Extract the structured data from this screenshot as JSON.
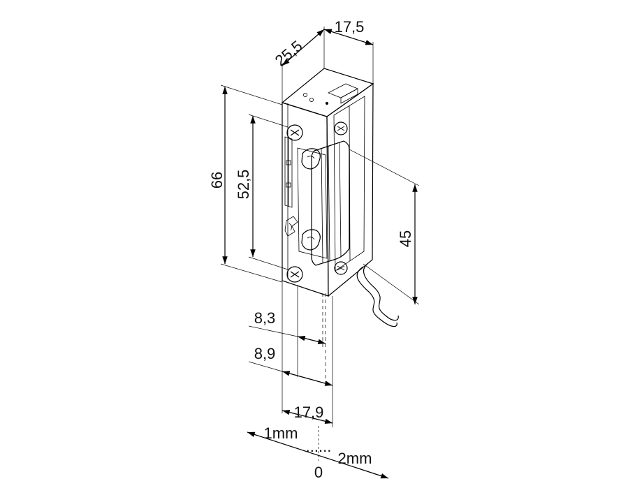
{
  "dimensions": {
    "depth": "25,5",
    "width": "17,5",
    "height_total": "66",
    "height_mount": "52,5",
    "height_latch": "45",
    "offset_a": "8,3",
    "offset_b": "8,9",
    "faceplate": "17,9",
    "adjust_left": "1mm",
    "adjust_dots": "......",
    "adjust_right": "2mm",
    "adjust_zero": "0"
  },
  "colors": {
    "line": "#000000",
    "face_light": "#f4f4f4",
    "face_mid": "#d9d9d9",
    "face_dark": "#b5b5b5",
    "metal": "#c8c8c8"
  }
}
